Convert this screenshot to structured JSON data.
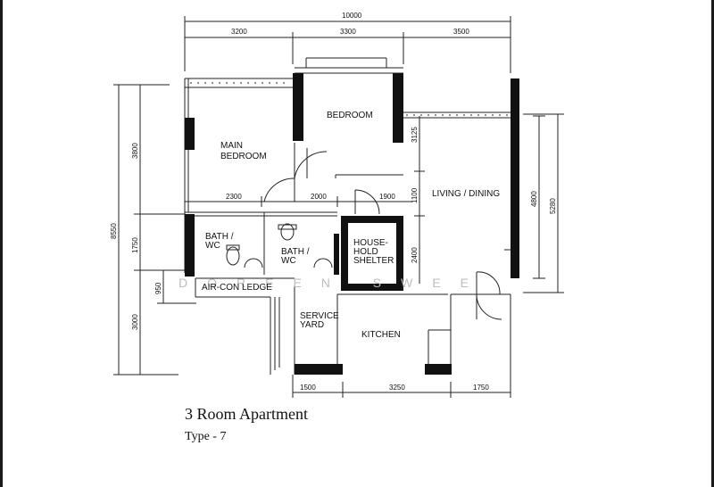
{
  "plan": {
    "title": "3 Room Apartment",
    "subtitle": "Type - 7",
    "watermark": "DOREEN SWEE",
    "rooms": {
      "main_bedroom": [
        "MAIN",
        "BEDROOM"
      ],
      "bedroom": "BEDROOM",
      "living_dining": "LIVING / DINING",
      "bath1": [
        "BATH /",
        "WC"
      ],
      "bath2": [
        "BATH /",
        "WC"
      ],
      "household_shelter": [
        "HOUSE-",
        "HOLD",
        "SHELTER"
      ],
      "aircon_ledge": "AIR-CON LEDGE",
      "service_yard": [
        "SERVICE",
        "YARD"
      ],
      "kitchen": "KITCHEN"
    },
    "dimensions": {
      "top_total": "10000",
      "top_segments": [
        "3200",
        "3300",
        "3500"
      ],
      "left_total": "8550",
      "left_segments": [
        "3800",
        "1750",
        "3000"
      ],
      "left_aux": "950",
      "bottom_segments": [
        "1500",
        "3250",
        "1750"
      ],
      "right_inner": "4800",
      "right_outer": "5280",
      "interior_row": [
        "2300",
        "2000",
        "1900"
      ],
      "interior_vertical": [
        "3125",
        "1100",
        "2400"
      ]
    },
    "colors": {
      "wall": "#111111",
      "line": "#222222",
      "watermark": "#bdbdbd"
    }
  }
}
